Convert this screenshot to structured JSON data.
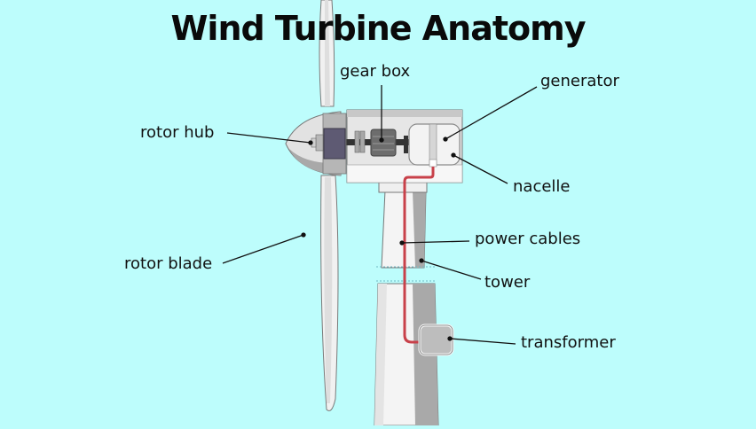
{
  "title": "Wind Turbine Anatomy",
  "labels": {
    "gear_box": "gear box",
    "generator": "generator",
    "rotor_hub": "rotor hub",
    "nacelle": "nacelle",
    "power_cables": "power cables",
    "rotor_blade": "rotor blade",
    "tower": "tower",
    "transformer": "transformer"
  },
  "colors": {
    "background": "#bdfdfc",
    "cable": "#c8414a",
    "hub_block": "#5e5a73",
    "tower_light": "#f2f2f2",
    "tower_shadow": "#a9a9a9"
  }
}
